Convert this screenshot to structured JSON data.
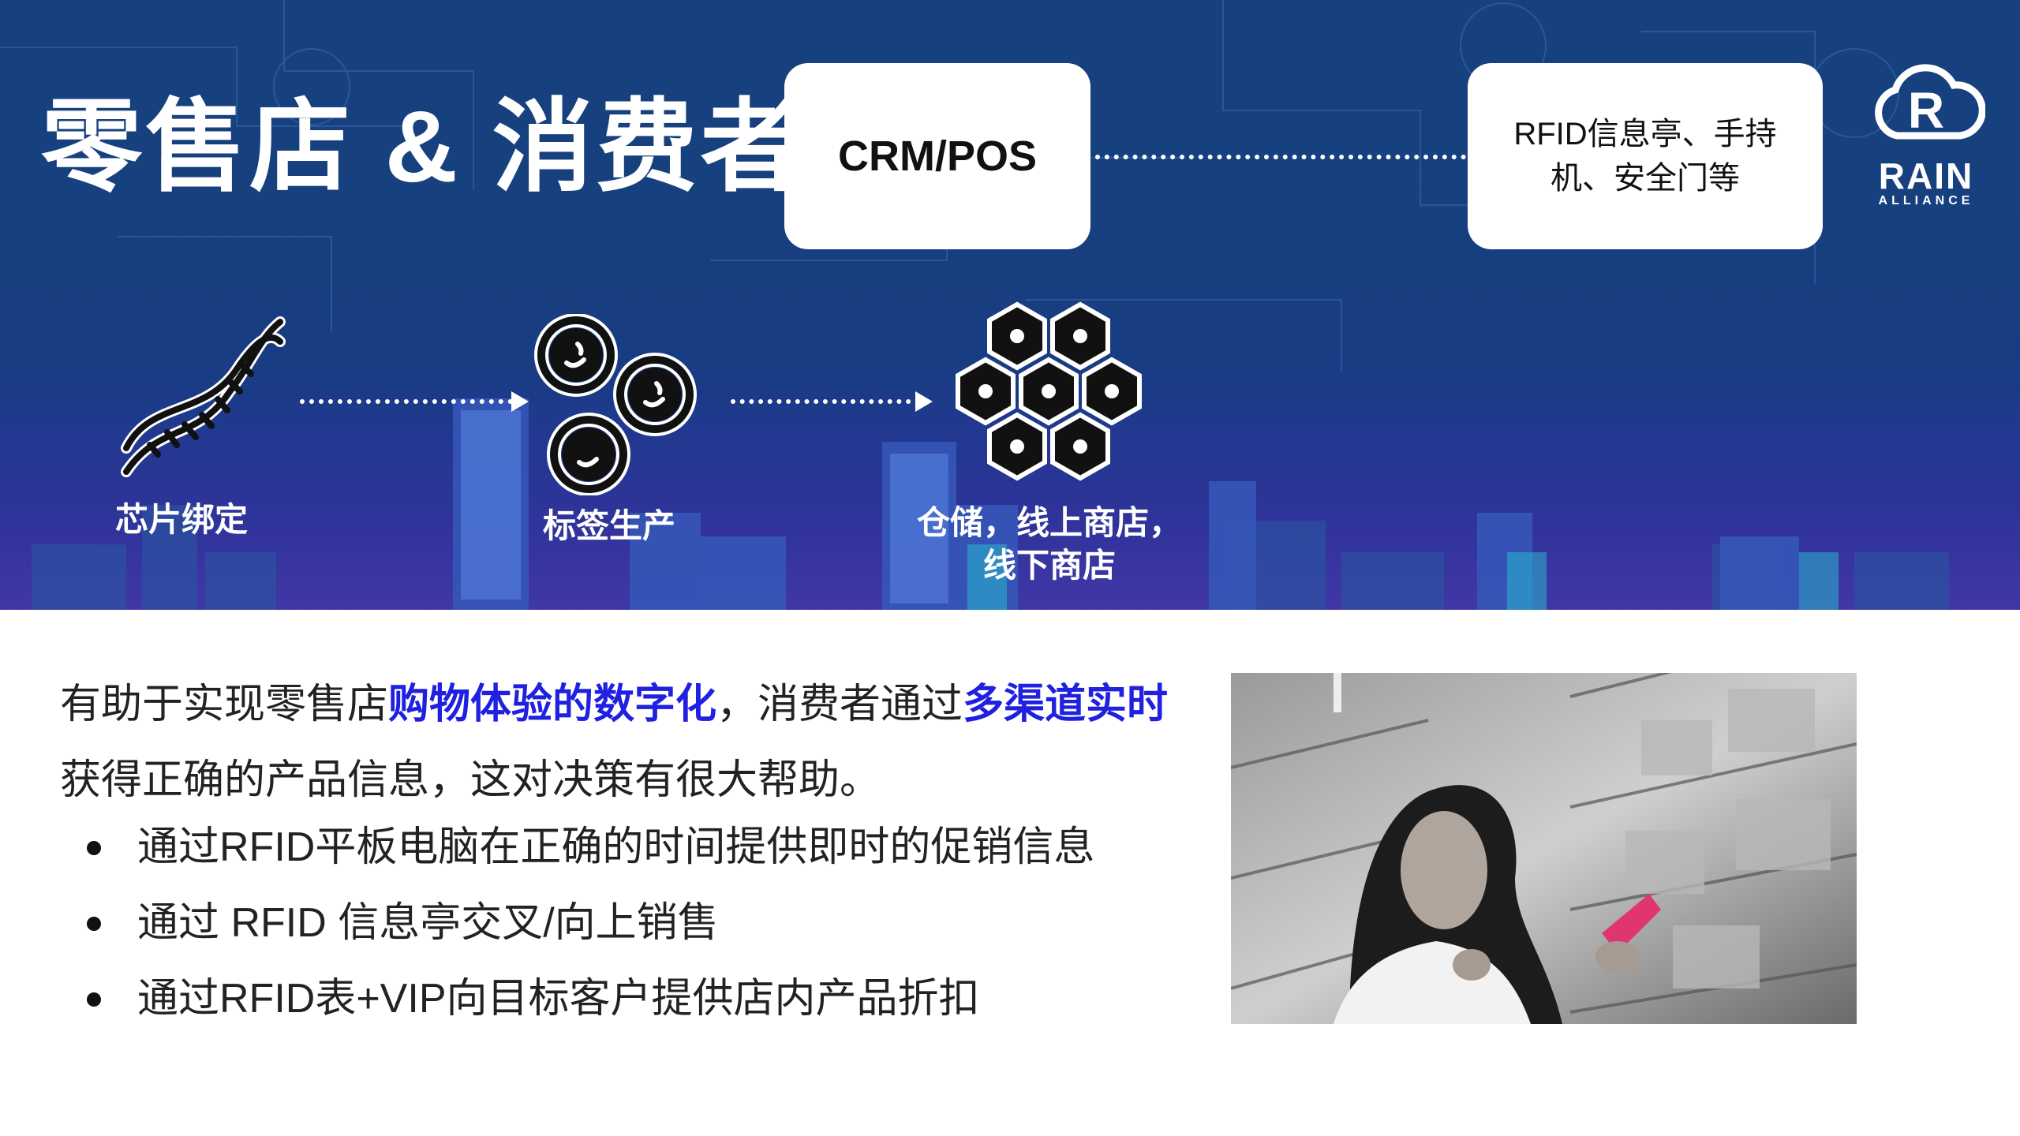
{
  "header": {
    "title": "零售店 & 消费者",
    "crm_box": "CRM/POS",
    "rfid_box": "RFID信息亭、手持机、安全门等",
    "logo": {
      "main": "RAIN",
      "sub": "ALLIANCE",
      "icon": "cloud-r-logo-icon"
    }
  },
  "flow": {
    "steps": [
      {
        "label": "芯片绑定",
        "icon": "dna-icon"
      },
      {
        "label": "标签生产",
        "icon": "tag-rolls-icon"
      },
      {
        "label_line1": "仓储，线上商店，",
        "label_line2": "线下商店",
        "icon": "hexagon-grid-icon"
      }
    ]
  },
  "body": {
    "paragraph": {
      "part1": "有助于实现零售店",
      "highlight1": "购物体验的数字化",
      "part2": "，消费者通过",
      "highlight2": "多渠道实时",
      "part3": "获得正确的产品信息，这对决策有很大帮助。"
    },
    "bullets": [
      "通过RFID平板电脑在正确的时间提供即时的促销信息",
      "通过 RFID 信息亭交叉/向上销售",
      "通过RFID表+VIP向目标客户提供店内产品折扣"
    ]
  },
  "colors": {
    "banner": "#173f7f",
    "highlight": "#1f20e0",
    "scanner": "#e0356f"
  },
  "photo": {
    "description_icon": "woman-scanning-warehouse-photo"
  }
}
